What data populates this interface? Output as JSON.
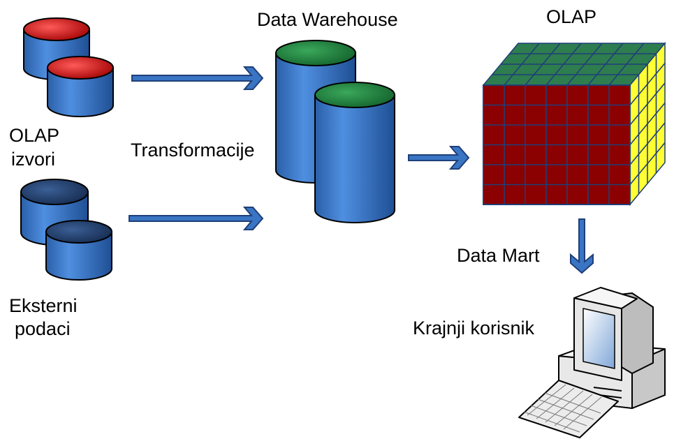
{
  "labels": {
    "olap_sources_line1": "OLAP",
    "olap_sources_line2": "izvori",
    "external_line1": "Eksterni",
    "external_line2": "podaci",
    "transformations": "Transformacije",
    "data_warehouse": "Data Warehouse",
    "olap": "OLAP",
    "data_mart": "Data Mart",
    "end_user": "Krajnji korisnik"
  },
  "colors": {
    "cylinder_body": "#3a75c4",
    "olap_source_top": "#c00000",
    "external_top": "#1f3864",
    "warehouse_top": "#1e7b3a",
    "cube_front": "#8b0000",
    "cube_top": "#2e7d4f",
    "cube_side": "#ffff33",
    "arrow_fill": "#3a75c4"
  }
}
